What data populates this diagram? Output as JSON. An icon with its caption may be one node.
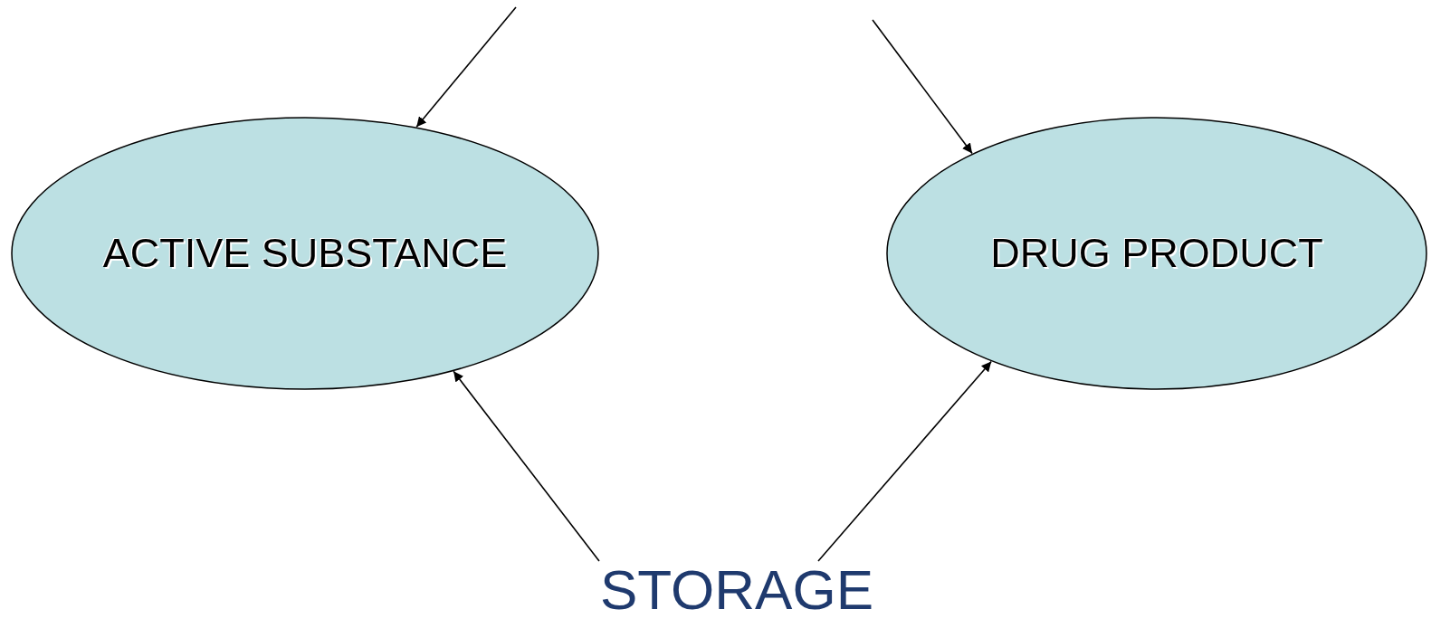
{
  "diagram": {
    "nodes": [
      {
        "text": [
          "ACTIVE SUBSTANCE"
        ]
      },
      {
        "text": [
          "DRUG PRODUCT"
        ]
      },
      {
        "text": [
          "STORAGE"
        ]
      }
    ],
    "edges": [
      {
        "from": null,
        "to": 0,
        "arrow": "to"
      },
      {
        "from": null,
        "to": 1,
        "arrow": "to"
      },
      {
        "from": 2,
        "to": 0,
        "arrow": "to"
      },
      {
        "from": 2,
        "to": 1,
        "arrow": "to"
      }
    ]
  }
}
